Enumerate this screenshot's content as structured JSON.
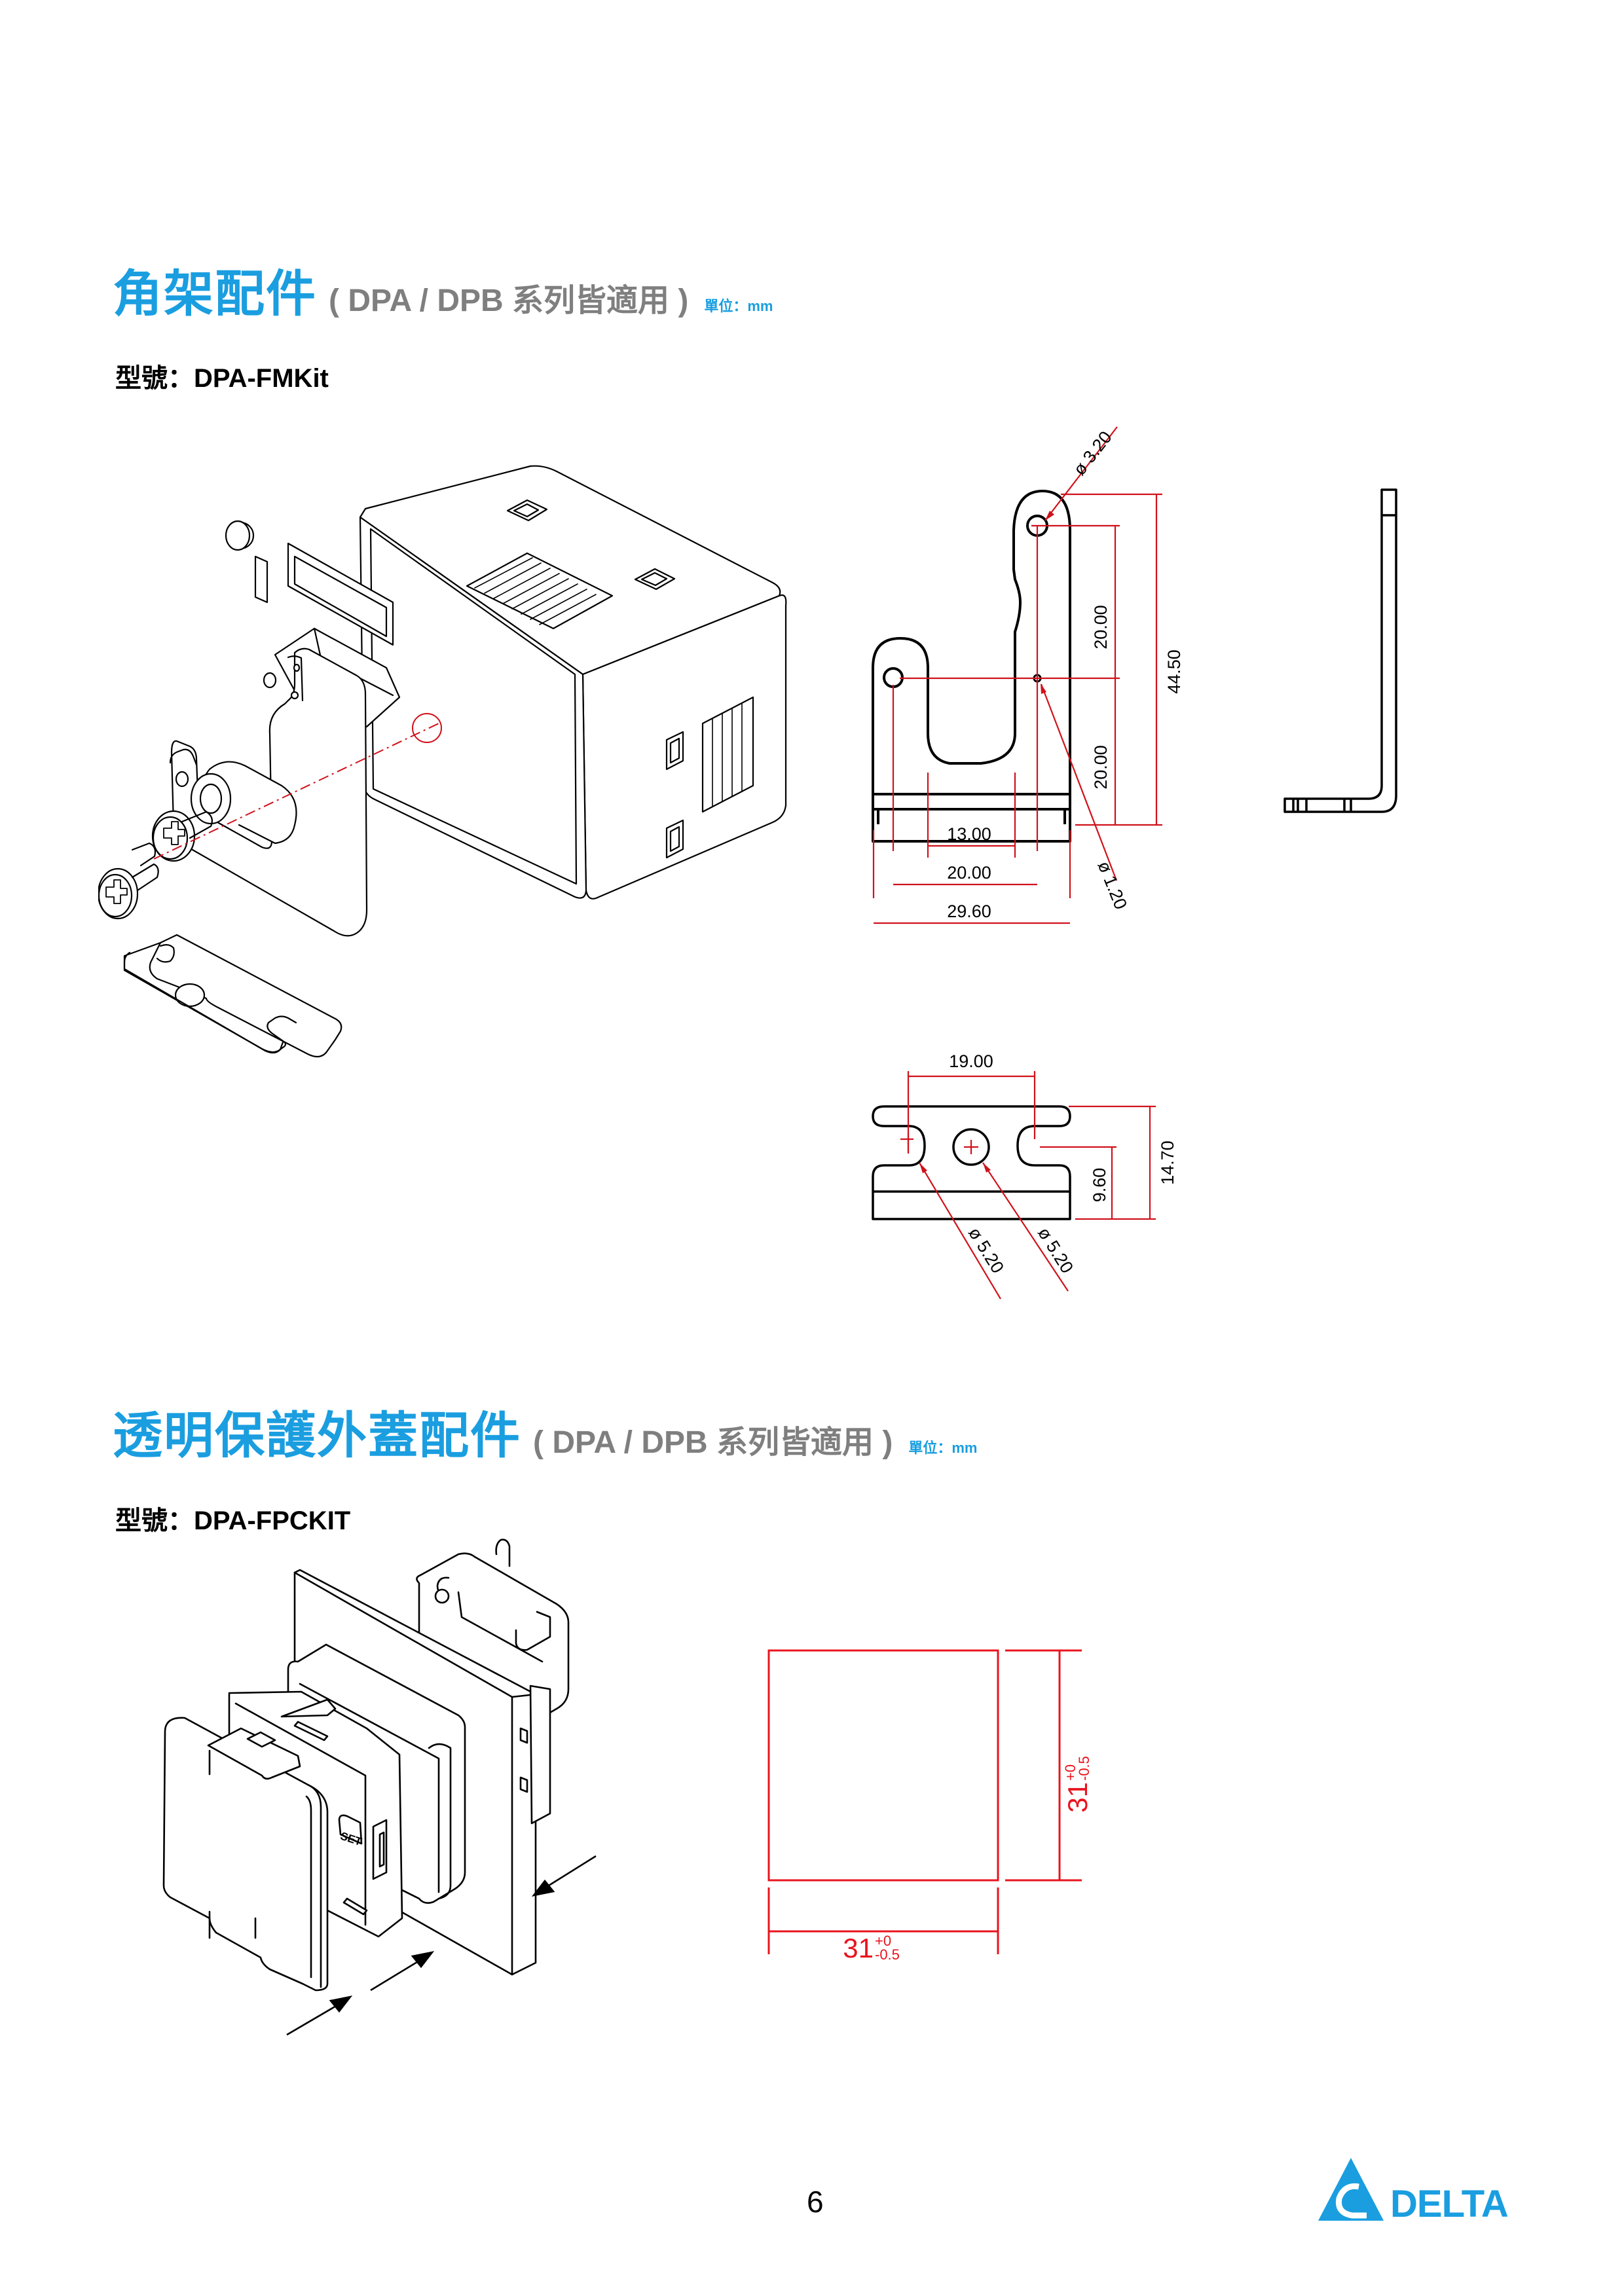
{
  "section1": {
    "title": "角架配件",
    "subtitle": "( DPA / DPB 系列皆適用 )",
    "unit": "單位：mm",
    "model_label": "型號：",
    "model": "DPA-FMKit",
    "dimensions": {
      "hole_top_dia": "ø 3.20",
      "pin_dia": "ø 1.20",
      "height_upper": "20.00",
      "height_lower": "20.00",
      "height_total": "44.50",
      "width_inner": "13.00",
      "width_hole_pitch": "20.00",
      "width_total": "29.60",
      "base_hole_pitch": "19.00",
      "base_height_hole": "9.60",
      "base_height_total": "14.70",
      "base_slot_dia": "ø 5.20",
      "base_hole_dia": "ø 5.20"
    }
  },
  "section2": {
    "title": "透明保護外蓋配件",
    "subtitle": "( DPA / DPB 系列皆適用 )",
    "unit": "單位：mm",
    "model_label": "型號：",
    "model": "DPA-FPCKIT",
    "panel_button": "SET",
    "cutout": {
      "width": "31",
      "width_tol_upper": "+0",
      "width_tol_lower": "-0.5",
      "height": "31",
      "height_tol_upper": "+0",
      "height_tol_lower": "-0.5"
    }
  },
  "footer": {
    "page_number": "6",
    "brand": "DELTA"
  },
  "colors": {
    "brand_blue": "#1a9ee0",
    "subtitle_grey": "#7f7f7f",
    "dimension_red": "#d0121b",
    "cutout_red": "#e8141e"
  }
}
